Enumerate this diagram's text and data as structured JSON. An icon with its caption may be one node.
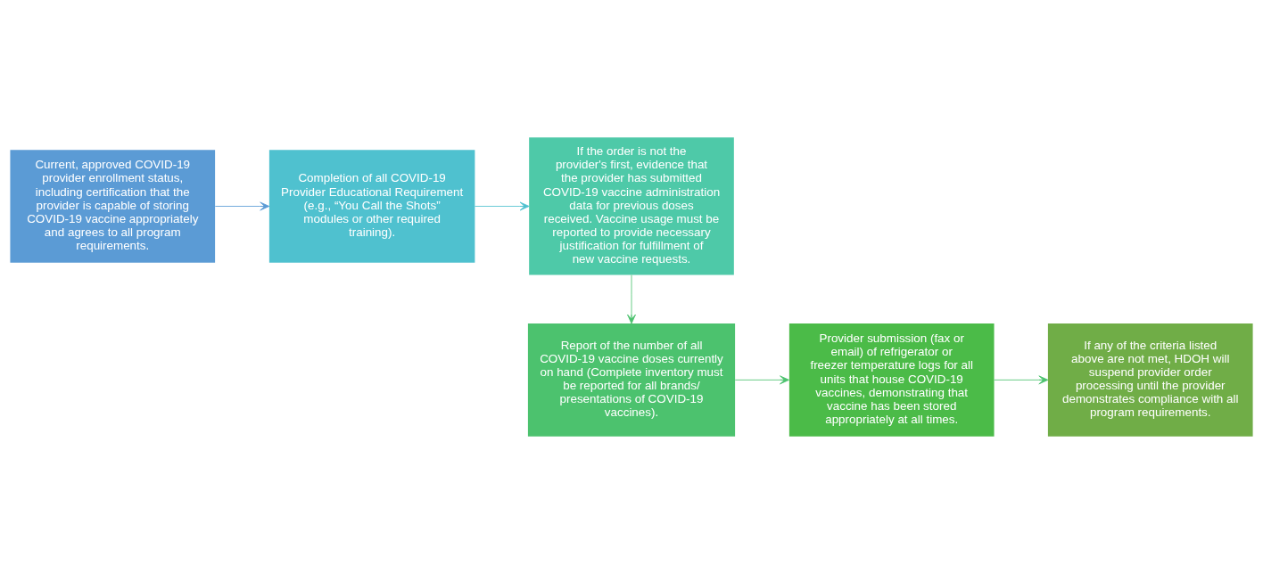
{
  "diagram": {
    "nodes": [
      {
        "text": [
          "Current, approved COVID-19 provider enrollment status, including certification that the provider is capable of storing COVID-19 vaccine appropriately and agrees to all program requirements."
        ]
      },
      {
        "text": [
          "Completion of all COVID-19 Provider Educational Requirement (e.g., “You Call the Shots” modules or other required training)."
        ]
      },
      {
        "text": [
          "If the order is not the provider's first, evidence that the provider has submitted COVID-19 vaccine administration data for previous doses received. Vaccine usage must be reported to provide necessary justification for fulfillment of new vaccine requests."
        ]
      },
      {
        "text": [
          "Report of the number of all COVID-19 vaccine doses currently on hand (Complete inventory must be reported for all brands/ presentations of COVID-19 vaccines)."
        ]
      },
      {
        "text": [
          "Provider submission (fax or email) of refrigerator or freezer temperature logs for all units that house COVID-19 vaccines, demonstrating that vaccine has been stored appropriately at all times."
        ]
      },
      {
        "text": [
          "If any of the criteria listed above are not met, HDOH will suspend provider order processing until the provider demonstrates compliance with all program requirements."
        ]
      }
    ],
    "edges": [
      {
        "from": 0,
        "to": 1,
        "arrow": "to",
        "color": "#5b9bd5"
      },
      {
        "from": 1,
        "to": 2,
        "arrow": "to",
        "color": "#4fc1cf"
      },
      {
        "from": 2,
        "to": 3,
        "arrow": "to"
      },
      {
        "from": 3,
        "to": 4,
        "arrow": "to"
      },
      {
        "from": 4,
        "to": 5,
        "arrow": "to"
      }
    ]
  }
}
